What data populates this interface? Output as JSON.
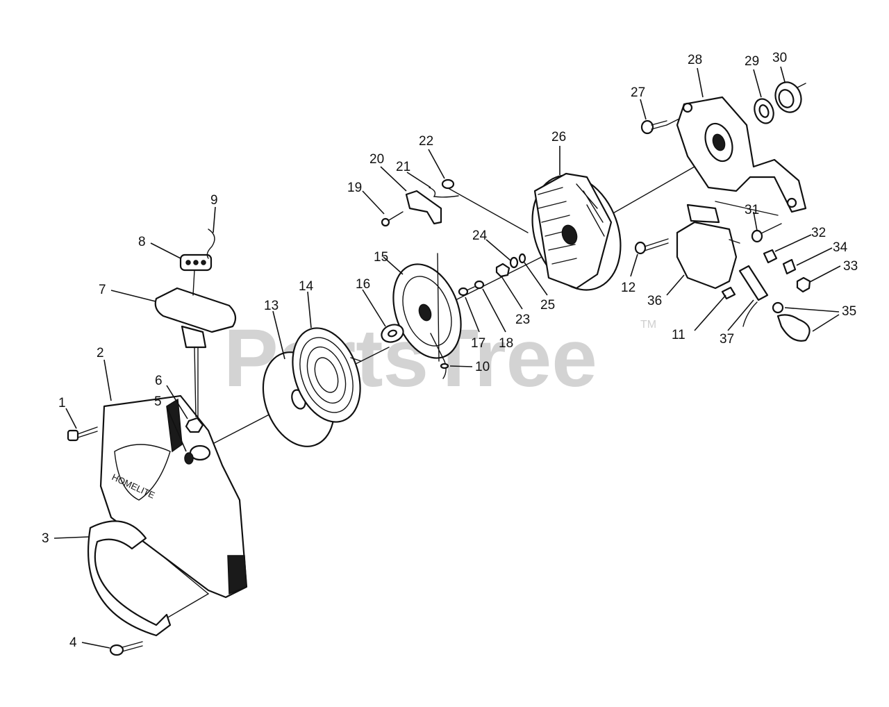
{
  "watermark": {
    "text": "PartsTree",
    "trademark": "TM"
  },
  "callouts": [
    {
      "number": "1"
    },
    {
      "number": "2"
    },
    {
      "number": "3"
    },
    {
      "number": "4"
    },
    {
      "number": "5"
    },
    {
      "number": "6"
    },
    {
      "number": "7"
    },
    {
      "number": "8"
    },
    {
      "number": "9"
    },
    {
      "number": "10"
    },
    {
      "number": "11"
    },
    {
      "number": "12"
    },
    {
      "number": "13"
    },
    {
      "number": "14"
    },
    {
      "number": "15"
    },
    {
      "number": "16"
    },
    {
      "number": "17"
    },
    {
      "number": "18"
    },
    {
      "number": "19"
    },
    {
      "number": "20"
    },
    {
      "number": "21"
    },
    {
      "number": "22"
    },
    {
      "number": "23"
    },
    {
      "number": "24"
    },
    {
      "number": "25"
    },
    {
      "number": "26"
    },
    {
      "number": "27"
    },
    {
      "number": "28"
    },
    {
      "number": "29"
    },
    {
      "number": "30"
    },
    {
      "number": "31"
    },
    {
      "number": "32"
    },
    {
      "number": "33"
    },
    {
      "number": "34"
    },
    {
      "number": "35"
    },
    {
      "number": "36"
    },
    {
      "number": "37"
    }
  ]
}
